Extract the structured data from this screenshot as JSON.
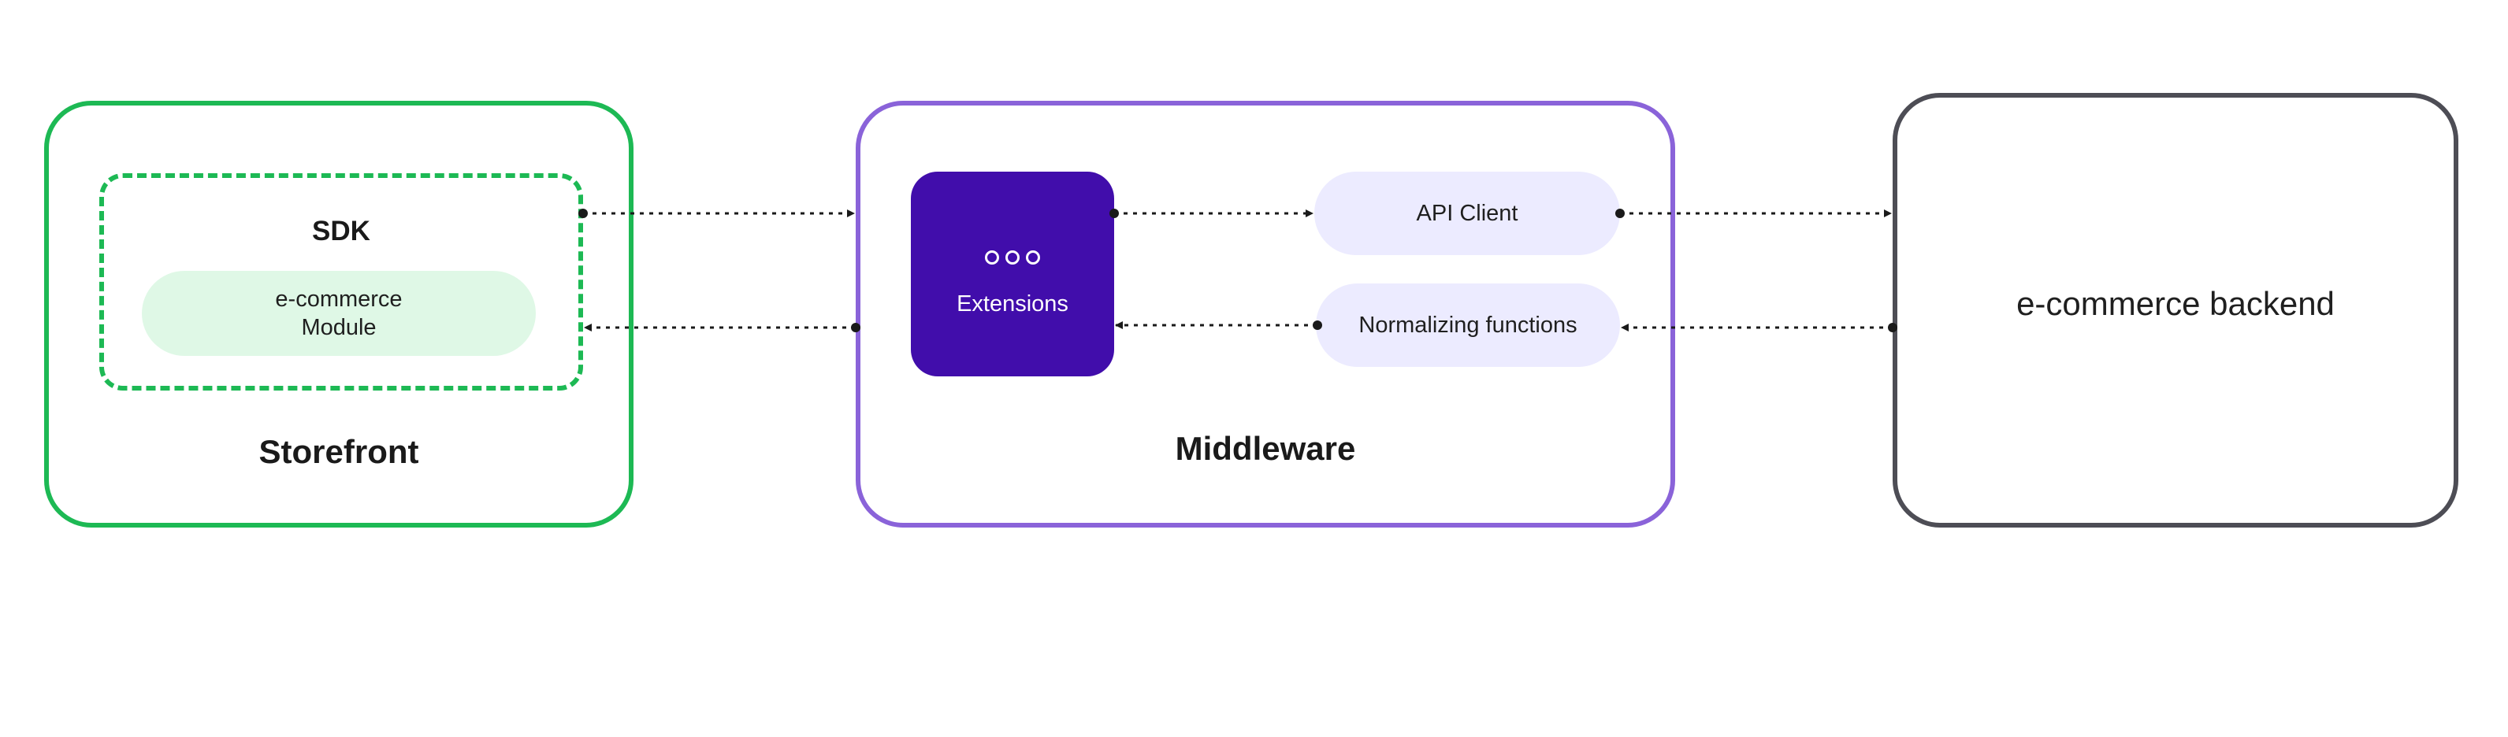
{
  "storefront": {
    "title": "Storefront",
    "sdk": {
      "title": "SDK",
      "module_line1": "e-commerce",
      "module_line2": "Module"
    }
  },
  "middleware": {
    "title": "Middleware",
    "extensions": {
      "label": "Extensions",
      "icon": "three-dots-icon"
    },
    "api_client": "API Client",
    "normalizing_functions": "Normalizing functions"
  },
  "backend": {
    "title": "e-commerce backend"
  },
  "colors": {
    "storefront_accent": "#1db954",
    "module_fill": "#dff8e6",
    "middleware_accent": "#8a63d9",
    "extensions_fill": "#410dab",
    "pill_fill": "#ecebff",
    "backend_border": "#4d4d55",
    "connector": "#1a1a1a"
  }
}
